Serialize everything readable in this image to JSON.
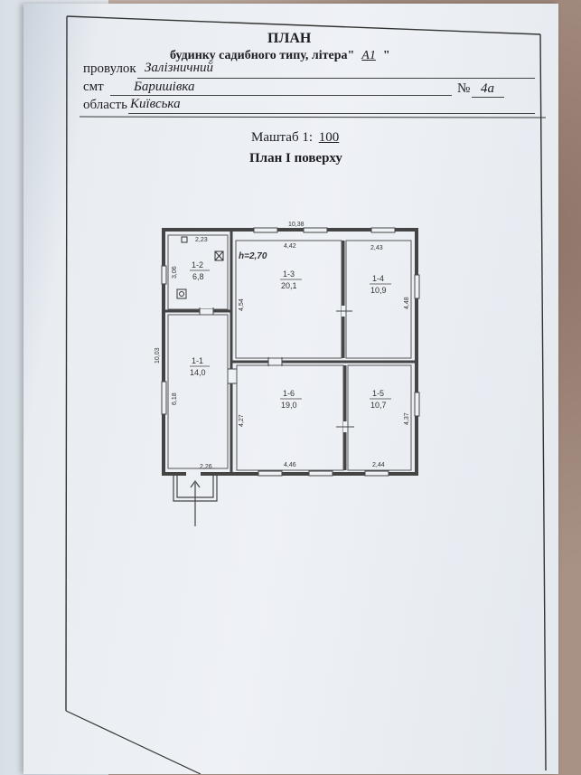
{
  "header": {
    "title": "ПЛАН",
    "subtitle_prefix": "будинку садибного типу, літера\"",
    "litera": "А1",
    "subtitle_suffix": "\""
  },
  "address": {
    "street_label": "провулок",
    "street_value": "Залізничний",
    "settlement_label": "смт",
    "settlement_value": "Баришівка",
    "number_label": "№",
    "number_value": "4а",
    "region_label": "область",
    "region_value": "Київська"
  },
  "scale": {
    "label": "Маштаб 1:",
    "value": "100"
  },
  "floor_title": "План І поверху",
  "plan": {
    "height_label": "h=2,70",
    "overall_width": "10,38",
    "overall_length": "10,03",
    "rooms": [
      {
        "code": "1-1",
        "area": "14,0"
      },
      {
        "code": "1-2",
        "area": "6,8"
      },
      {
        "code": "1-3",
        "area": "20,1"
      },
      {
        "code": "1-4",
        "area": "10,9"
      },
      {
        "code": "1-5",
        "area": "10,7"
      },
      {
        "code": "1-6",
        "area": "19,0"
      }
    ],
    "dims": {
      "d_2_23": "2,23",
      "d_3_06": "3,06",
      "d_4_42": "4,42",
      "d_2_43": "2,43",
      "d_4_54": "4,54",
      "d_4_48": "4,48",
      "d_6_18": "6,18",
      "d_4_27": "4,27",
      "d_4_37": "4,37",
      "d_2_26": "2,26",
      "d_4_46": "4,46",
      "d_2_44": "2,44"
    }
  }
}
